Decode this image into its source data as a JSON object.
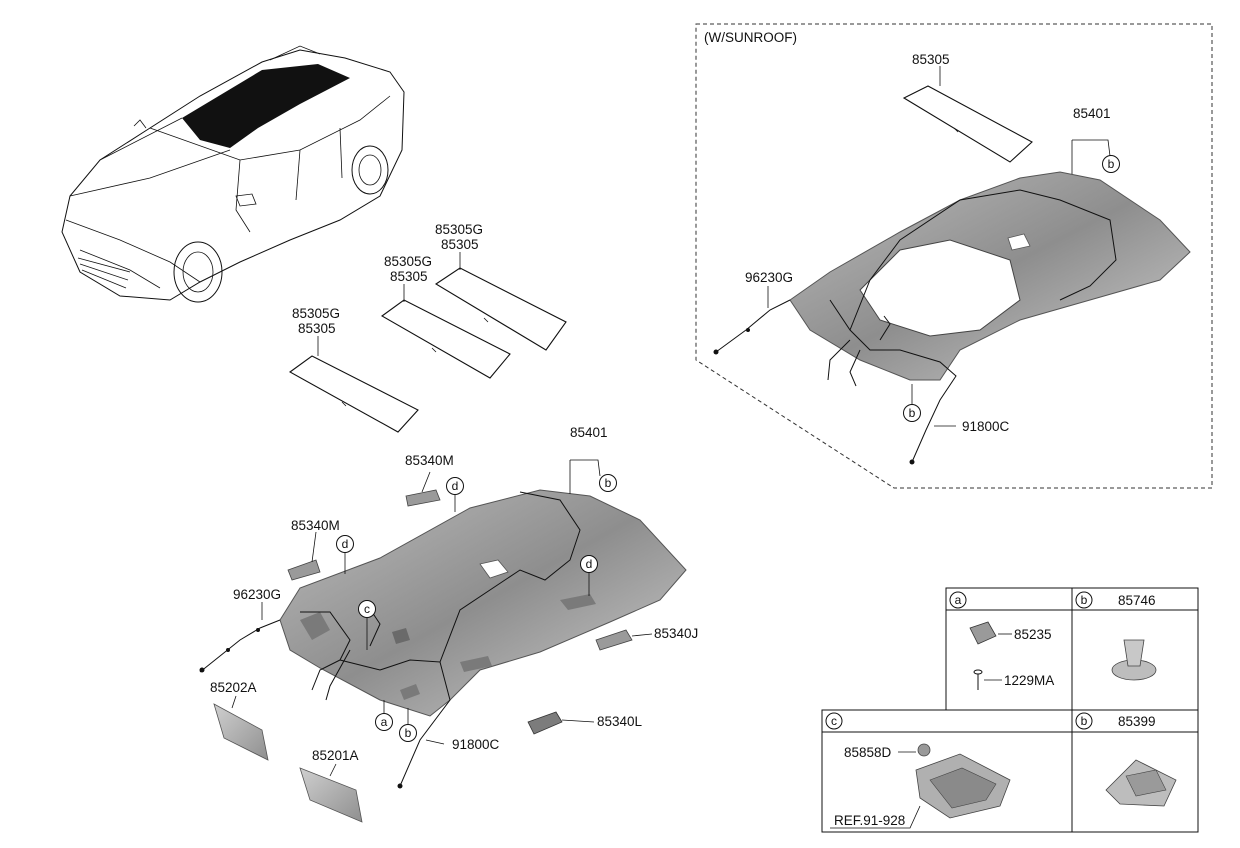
{
  "sunroof_box": {
    "title": "(W/SUNROOF)"
  },
  "labels": {
    "sr_85305": "85305",
    "sr_85401": "85401",
    "sr_96230G": "96230G",
    "sr_91800C": "91800C",
    "p1_a": "85305G",
    "p1_b": "85305",
    "p2_a": "85305G",
    "p2_b": "85305",
    "p3_a": "85305G",
    "p3_b": "85305",
    "main_85401": "85401",
    "h_85340M_1": "85340M",
    "h_85340M_2": "85340M",
    "main_96230G": "96230G",
    "main_85340J": "85340J",
    "main_85202A": "85202A",
    "main_85201A": "85201A",
    "main_91800C": "91800C",
    "main_85340L": "85340L"
  },
  "callouts": {
    "a": "a",
    "b": "b",
    "c": "c",
    "d": "d"
  },
  "table": {
    "cell_a_letter": "a",
    "cell_b1_letter": "b",
    "cell_b1_part": "85746",
    "cell_a_part1": "85235",
    "cell_a_part2": "1229MA",
    "cell_c_letter": "c",
    "cell_b2_letter": "b",
    "cell_b2_part": "85399",
    "cell_c_part1": "85858D",
    "cell_c_ref": "REF.91-928"
  },
  "colors": {
    "headliner": "#9a9a9a",
    "headliner_dark": "#6e6e6e",
    "panel_fill": "#ffffff",
    "roof_glass": "#111111"
  }
}
